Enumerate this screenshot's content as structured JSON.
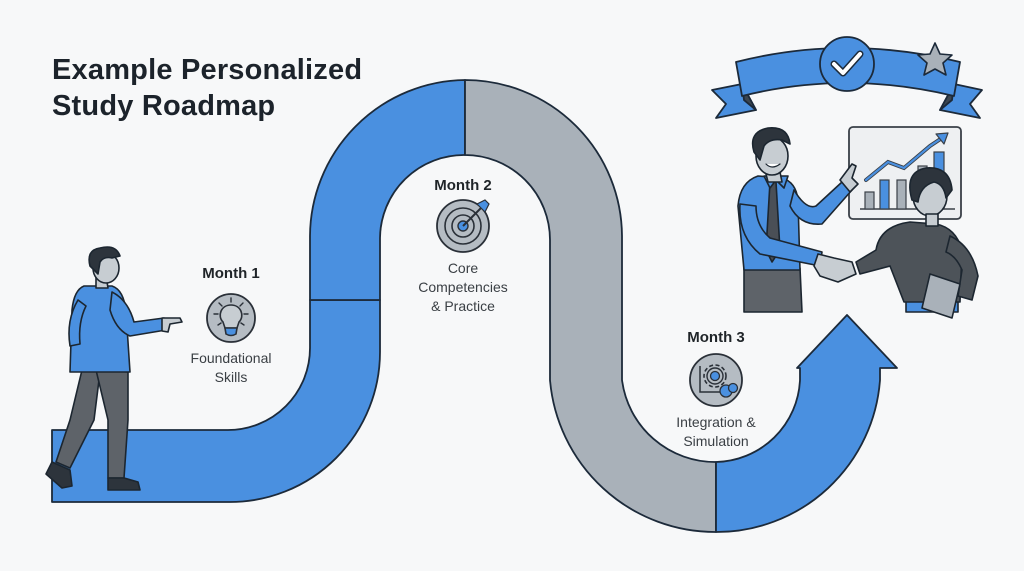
{
  "title": {
    "line1": "Example Personalized",
    "line2": "Study Roadmap"
  },
  "milestones": [
    {
      "label": "Month 1",
      "description_lines": [
        "Foundational",
        "Skills"
      ],
      "icon": "lightbulb-icon"
    },
    {
      "label": "Month 2",
      "description_lines": [
        "Core",
        "Competencies",
        "& Practice"
      ],
      "icon": "target-icon"
    },
    {
      "label": "Month 3",
      "description_lines": [
        "Integration &",
        "Simulation"
      ],
      "icon": "gears-icon"
    }
  ],
  "illustrations": {
    "start": "person-walking-pointing",
    "finish": "handshake-mentor-with-chart",
    "badge": "ribbon-banner-checkmark-star"
  },
  "colors": {
    "path_completed": "#4a90e0",
    "path_pending": "#a9b1b9",
    "outline": "#1c2a3a",
    "icon_bg": "#b5bcc3",
    "text_dark": "#1c232b",
    "text_body": "#3a3f44",
    "background": "#f7f8f9"
  }
}
